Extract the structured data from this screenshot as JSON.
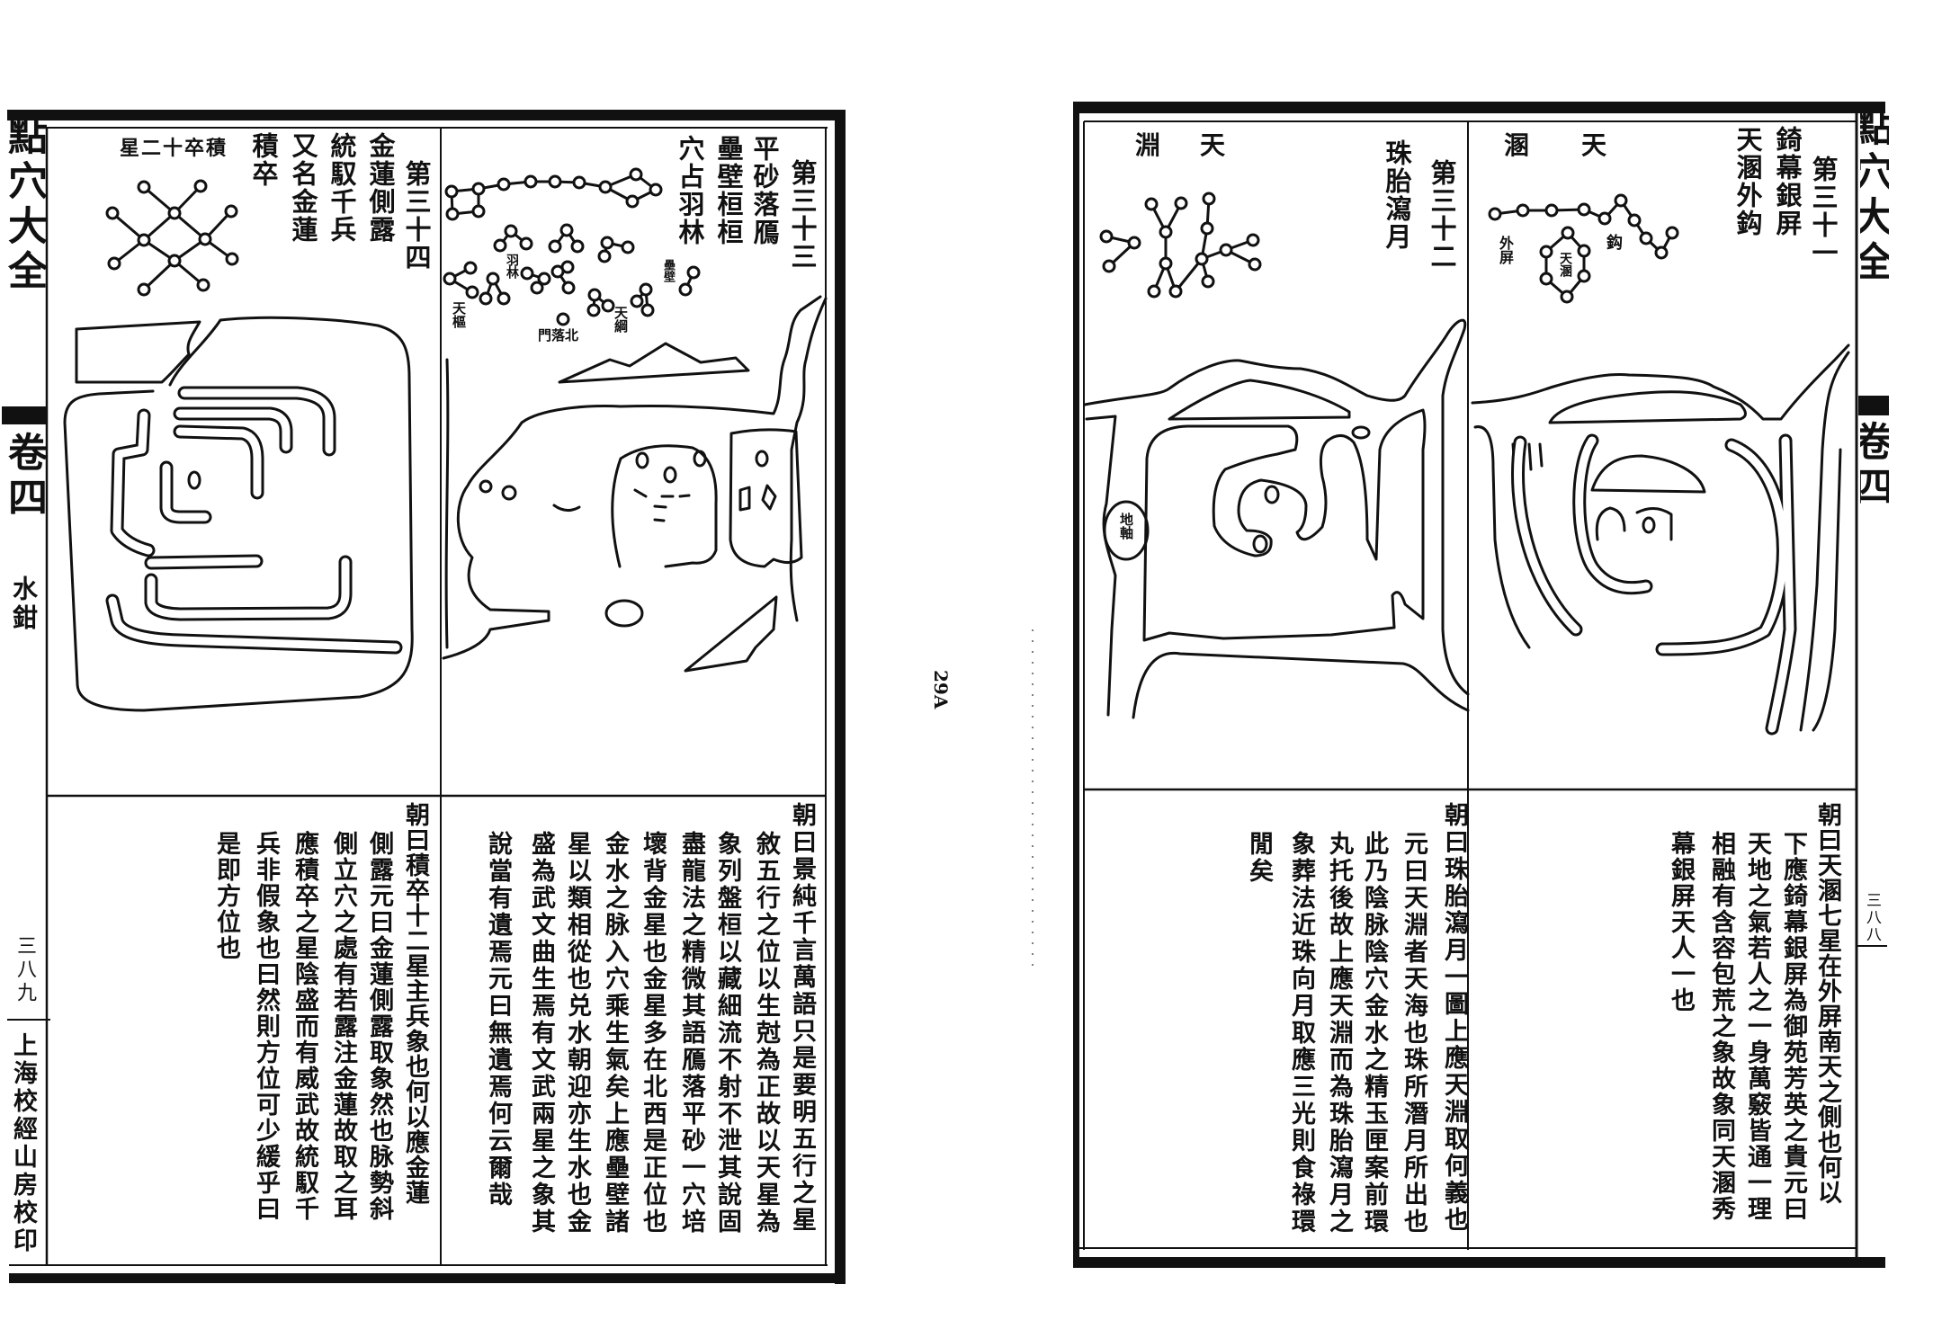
{
  "book": {
    "title": "點穴大全",
    "volume": "卷四",
    "section": "水鉗",
    "publisher": "上海校經山房校印",
    "scan_mark": "29A"
  },
  "left_page": {
    "page_number": "三八九",
    "panel_34": {
      "title_columns": [
        "第三十四",
        "金蓮側露",
        "統馭千兵",
        "又名金蓮",
        "積卒"
      ],
      "star_label": "積卒十二星",
      "commentary": [
        "朝曰積卒十二星主兵象也何以應金蓮",
        "側露元曰金蓮側露取象然也脉勢斜",
        "側立穴之處有若露注金蓮故取之耳",
        "應積卒之星陰盛而有威武故統馭千",
        "兵非假象也曰然則方位可少緩乎曰",
        "是即方位也"
      ]
    },
    "panel_33": {
      "title_columns": [
        "第三十三",
        "平砂落鴈",
        "壘壁桓桓",
        "穴占羽林"
      ],
      "star_labels": {
        "yulin": "羽林",
        "leibi": "壘壁",
        "tianshu": "天樞",
        "beiluo": "北落門",
        "tiangang": "天綱"
      },
      "commentary": [
        "朝曰景純千言萬語只是要明五行之星",
        "敘五行之位以生尅為正故以天星為",
        "象列盤桓以藏細流不射不泄其說固",
        "盡龍法之精微其語鴈落平砂一穴培",
        "壞背金星也金星多在北西是正位也",
        "金水之脉入穴乘生氣矣上應壘壁諸",
        "星以類相從也兑水朝迎亦生水也金",
        "盛為武文曲生焉有文武兩星之象其",
        "說當有遺焉元曰無遺焉何云爾哉"
      ]
    }
  },
  "right_page": {
    "page_number": "三八八",
    "panel_32": {
      "title_columns": [
        "第三十二",
        "珠胎瀉月"
      ],
      "star_header": "天淵",
      "map_label": "地軸",
      "commentary": [
        "朝曰珠胎瀉月一圖上應天淵取何義也",
        "元曰天淵者天海也珠所潛月所出也",
        "此乃陰脉陰穴金水之精玉匣案前環",
        "丸托後故上應天淵而為珠胎瀉月之",
        "象葬法近珠向月取應三光則食祿環",
        "閒矣"
      ]
    },
    "panel_31": {
      "title_columns": [
        "第三十一",
        "錡幕銀屏",
        "天溷外鈎"
      ],
      "star_header": "天溷",
      "star_labels": {
        "waiping": "外屏",
        "tianhun": "天溷",
        "gou": "鈎"
      },
      "commentary": [
        "朝曰天溷七星在外屏南天之側也何以",
        "下應錡幕銀屏為御苑芳英之貴元曰",
        "天地之氣若人之一身萬竅皆通一理",
        "相融有含容包荒之象故象同天溷秀",
        "幕銀屏天人一也"
      ]
    }
  }
}
